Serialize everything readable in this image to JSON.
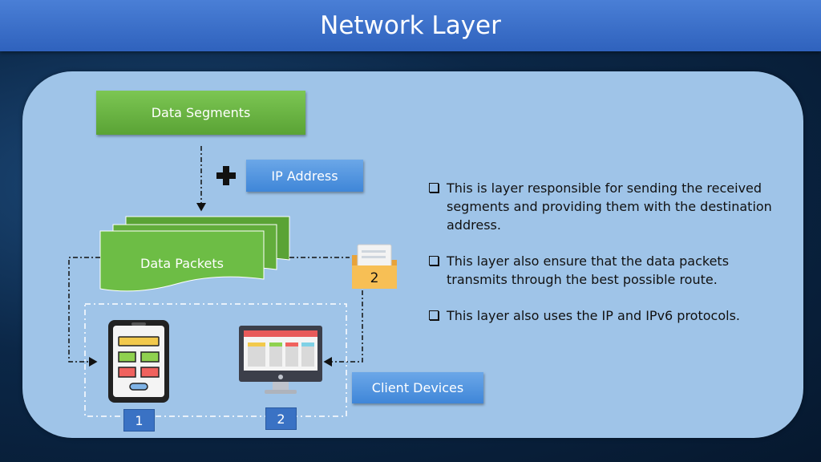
{
  "title": "Network Layer",
  "diagram": {
    "segments_label": "Data Segments",
    "ip_label": "IP Address",
    "packets_label": "Data Packets",
    "folder_number": "2",
    "client_devices_label": "Client Devices",
    "device1_number": "1",
    "device2_number": "2"
  },
  "bullets": [
    "This is layer responsible for sending the received segments and providing them with the destination address.",
    "This layer also ensure that the data packets transmits through the best possible route.",
    "This layer also uses the IP and IPv6 protocols."
  ],
  "colors": {
    "title_bar": "#3a6fcb",
    "panel": "#9fc4e8",
    "green_box": "#6ab844",
    "blue_box": "#4f93dd"
  }
}
